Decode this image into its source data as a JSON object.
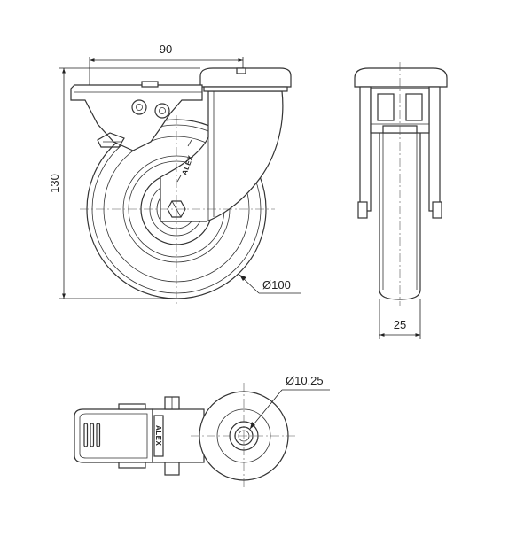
{
  "dimensions": {
    "width_top": "90",
    "height_left": "130",
    "wheel_diameter": "Ø100",
    "tread_width": "25",
    "bolt_hole_diameter": "Ø10.25"
  },
  "brand_mark": "ALEX",
  "colors": {
    "line": "#333333",
    "background": "#ffffff"
  }
}
